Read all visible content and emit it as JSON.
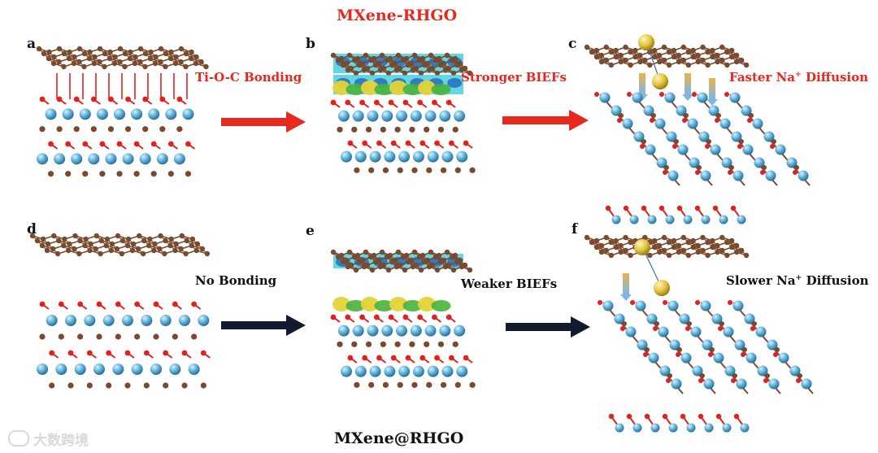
{
  "titles": {
    "top": "MXene-RHGO",
    "bottom": "MXene@RHGO"
  },
  "panels": [
    {
      "letter": "a",
      "note": "Ti-O-C Bonding"
    },
    {
      "letter": "b",
      "note": "Stronger BIEFs"
    },
    {
      "letter": "c",
      "note_main": "Faster Na",
      "note_sup": "+",
      "note_tail": " Diffusion"
    },
    {
      "letter": "d",
      "note": "No Bonding"
    },
    {
      "letter": "e",
      "note": "Weaker BIEFs"
    },
    {
      "letter": "f",
      "note_main": "Slower Na",
      "note_sup": "+",
      "note_tail": " Diffusion"
    }
  ],
  "watermark": "大数跨境",
  "colors": {
    "carbon": "#7a4a2e",
    "oxygen": "#e3201b",
    "titanium": "#5db0d8",
    "sodium": "#e2c23a",
    "arrow_top": "#e8271d",
    "arrow_bottom": "#111a2e",
    "charge_cyan": "#32c8d8",
    "charge_yellow": "#e6d23a",
    "charge_green": "#48b33a"
  }
}
